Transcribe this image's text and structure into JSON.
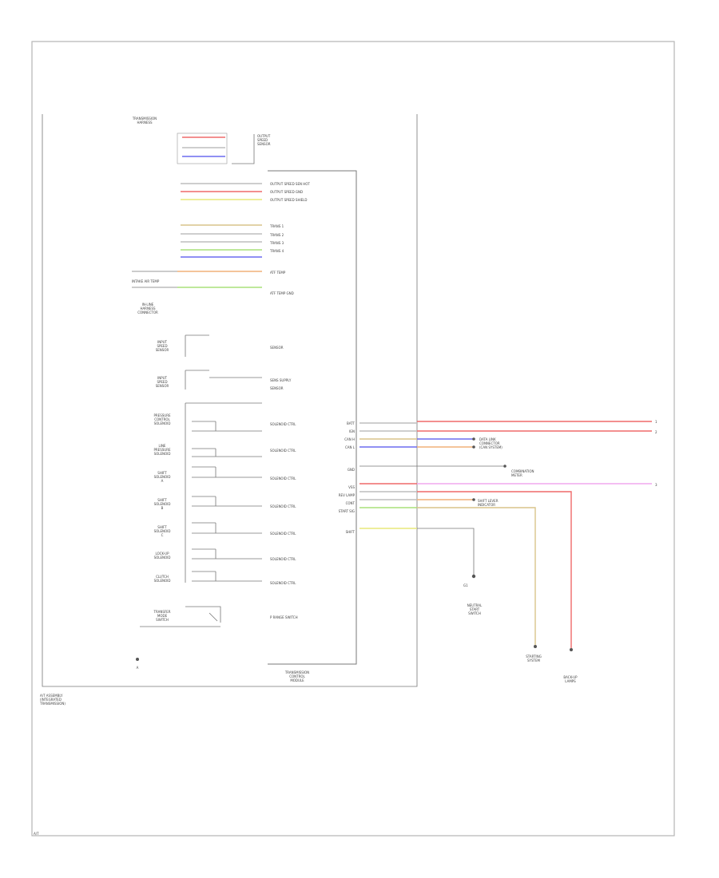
{
  "colors": {
    "frame": "#b5b5b5",
    "red": "#ef6a6a",
    "blue": "#6b6bef",
    "tan": "#d9c48a",
    "gray": "#bdbdbd",
    "orange": "#f0b079",
    "green": "#a8e07a",
    "pink": "#f0a8ee",
    "yellow": "#e8e878",
    "black": "#555555"
  },
  "labels": {
    "trans_harness_top": "TRANSMISSION\nHARNESS",
    "output_speed_sensor": "OUTPUT\nSPEED\nSENSOR",
    "tcm_box": "TRANSMISSION\nCONTROL\nMODULE",
    "at_assembly": "A/T ASSEMBLY\n(INTEGRATED\nTRANSMISSION)",
    "footer_code": "A/T",
    "ground_left": "A",
    "intake_air_temp": "INTAKE AIR TEMP",
    "inline_harness_connector": "IN-LINE\nHARNESS\nCONNECTOR",
    "input_speed_a": "INPUT\nSPEED\nSENSOR",
    "input_speed_b": "INPUT\nSPEED\nSENSOR",
    "output_speed_hot": "OUTPUT SPEED SEN HOT",
    "output_speed_gnd": "OUTPUT SPEED GND",
    "output_speed_shield": "OUTPUT SPEED SHIELD",
    "trans_1": "TRANS 1",
    "trans_2": "TRANS 2",
    "trans_3": "TRANS 3",
    "trans_4": "TRANS 4",
    "atf_temp": "ATF TEMP",
    "atf_gnd": "ATF TEMP GND",
    "sensor_a": "SENSOR",
    "sensor_supply": "SENS SUPPLY",
    "sensor_b": "SENSOR",
    "solenoid_1": "PRESSURE\nCONTROL\nSOLENOID",
    "solenoid_2": "LINE\nPRESSURE\nSOLENOID",
    "solenoid_3": "SHIFT\nSOLENOID\nA",
    "solenoid_4": "SHIFT\nSOLENOID\nB",
    "solenoid_5": "SHIFT\nSOLENOID\nC",
    "solenoid_6": "LOCK-UP\nSOLENOID",
    "solenoid_7": "CLUTCH\nSOLENOID",
    "park_switch": "TRANSFER\nMODE\nSWITCH",
    "sol_ctrl_1": "SOLENOID CTRL",
    "sol_ctrl_2": "SOLENOID CTRL",
    "sol_ctrl_3": "SOLENOID CTRL",
    "sol_ctrl_4": "SOLENOID CTRL",
    "sol_ctrl_5": "SOLENOID CTRL",
    "sol_ctrl_6": "SOLENOID CTRL",
    "sol_ctrl_7": "SOLENOID CTRL",
    "range_switch_sig": "P RANGE SWITCH",
    "pin_batt": "BATT",
    "pin_ign": "IGN",
    "pin_can_h": "CAN H",
    "pin_can_l": "CAN L",
    "pin_gnd": "GND",
    "pin_vss": "VSS",
    "pin_rev": "REV LAMP",
    "pin_cont": "CONT",
    "pin_start": "START SIG",
    "pin_shift": "SHIFT",
    "dest_1": "1",
    "dest_2": "2",
    "dest_3": "3",
    "can_system": "DATA LINK\nCONNECTOR\n(CAN SYSTEM)",
    "combo_meter": "COMBINATION\nMETER",
    "shift_indicator": "SHIFT LEVER\nINDICATOR",
    "starting_system": "STARTING\nSYSTEM",
    "backup_lamps": "BACK-UP\nLAMPS",
    "neutral_start": "NEUTRAL\nSTART\nSWITCH",
    "ground_g1": "G1"
  }
}
